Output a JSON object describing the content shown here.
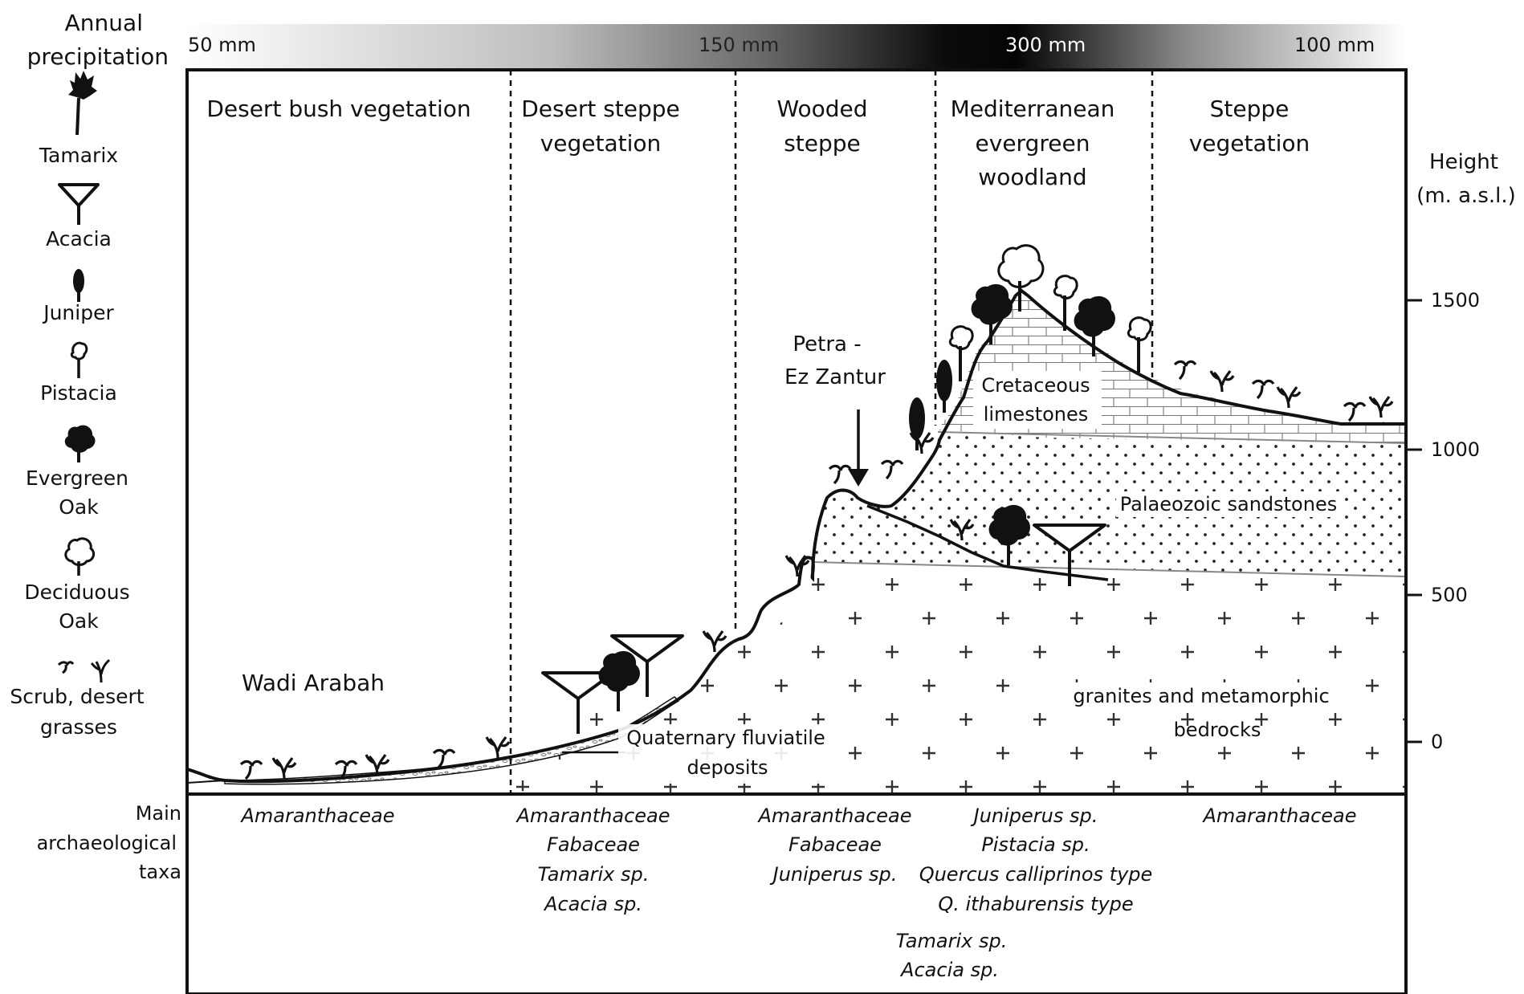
{
  "precipitation": {
    "label_line1": "Annual",
    "label_line2": "precipitation",
    "values": [
      "50 mm",
      "150 mm",
      "300 mm",
      "100 mm"
    ]
  },
  "legend": {
    "items": [
      {
        "icon": "tamarix-icon",
        "lines": [
          "Tamarix"
        ]
      },
      {
        "icon": "acacia-icon",
        "lines": [
          "Acacia"
        ]
      },
      {
        "icon": "juniper-icon",
        "lines": [
          "Juniper"
        ]
      },
      {
        "icon": "pistacia-icon",
        "lines": [
          "Pistacia"
        ]
      },
      {
        "icon": "evergreen-oak-icon",
        "lines": [
          "Evergreen",
          "Oak"
        ]
      },
      {
        "icon": "deciduous-oak-icon",
        "lines": [
          "Deciduous",
          "Oak"
        ]
      },
      {
        "icon": "scrub-icon",
        "lines": [
          "Scrub, desert",
          "grasses"
        ]
      }
    ]
  },
  "zones": [
    {
      "lines": [
        "Desert bush vegetation"
      ]
    },
    {
      "lines": [
        "Desert steppe",
        "vegetation"
      ]
    },
    {
      "lines": [
        "Wooded",
        "steppe"
      ]
    },
    {
      "lines": [
        "Mediterranean",
        "evergreen",
        "woodland"
      ]
    },
    {
      "lines": [
        "Steppe",
        "vegetation"
      ]
    }
  ],
  "height_axis": {
    "title_line1": "Height",
    "title_line2": "(m. a.s.l.)",
    "ticks": [
      "1500",
      "1000",
      "500",
      "0"
    ]
  },
  "annotations": {
    "wadi": "Wadi Arabah",
    "petra_line1": "Petra -",
    "petra_line2": "Ez Zantur",
    "cretaceous_line1": "Cretaceous",
    "cretaceous_line2": "limestones",
    "palaeozoic": "Palaeozoic sandstones",
    "granite_line1": "granites and metamorphic",
    "granite_line2": "bedrocks",
    "quaternary_line1": "Quaternary fluviatile",
    "quaternary_line2": "deposits"
  },
  "taxa": {
    "label_line1": "Main",
    "label_line2": "archaeological",
    "label_line3": "taxa",
    "columns": [
      {
        "lines": [
          "Amaranthaceae"
        ]
      },
      {
        "lines": [
          "Amaranthaceae",
          "Fabaceae",
          "Tamarix sp.",
          "Acacia sp."
        ]
      },
      {
        "lines": [
          "Amaranthaceae",
          "Fabaceae",
          "Juniperus sp."
        ]
      },
      {
        "lines": [
          "Juniperus sp.",
          "Pistacia sp.",
          "Quercus calliprinos type",
          "Q. ithaburensis type"
        ]
      },
      {
        "lines": [
          "Amaranthaceae"
        ]
      }
    ],
    "extra_lines": [
      "Tamarix sp.",
      "Acacia sp."
    ]
  }
}
